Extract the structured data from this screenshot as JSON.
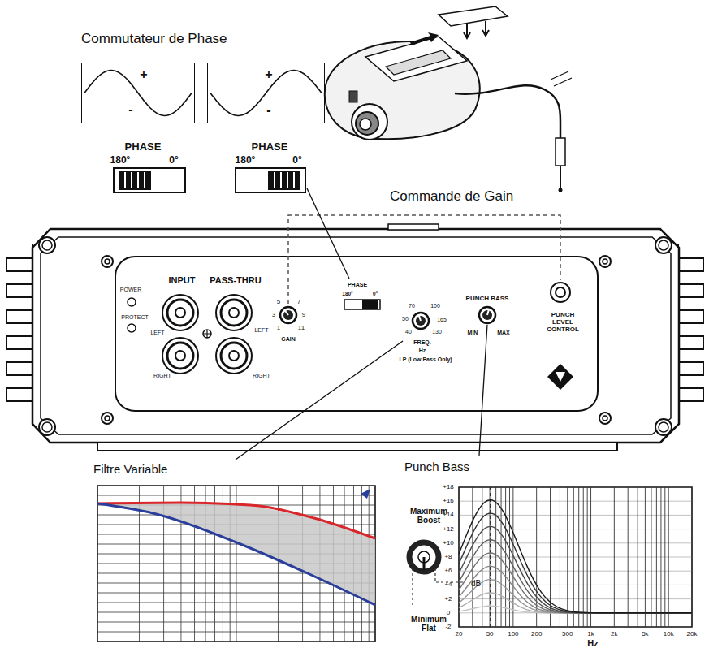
{
  "diagram": {
    "nodes": [
      {
        "text": [
          "+",
          "-"
        ]
      },
      {
        "text": [
          "+",
          "-"
        ]
      }
    ],
    "labels": [
      "Commutateur de Phase",
      "PHASE",
      "180°",
      "0°",
      "PHASE",
      "180°",
      "0°",
      "Commande de Gain",
      "POWER",
      "PROTECT",
      "INPUT",
      "PASS-THRU",
      "LEFT",
      "LEFT",
      "RIGHT",
      "RIGHT",
      "5",
      "7",
      "3",
      "9",
      "1",
      "11",
      "GAIN",
      "PHASE",
      "180°",
      "0°",
      "70",
      "100",
      "50",
      "165",
      "40",
      "130",
      "FREQ.",
      "Hz",
      "LP (Low Pass Only)",
      "PUNCH BASS",
      "MIN",
      "MAX",
      "PUNCH LEVEL CONTROL",
      "Filtre Variable",
      "Punch Bass",
      "Maximum Boost",
      "dB",
      "Minimum Flat",
      "+18",
      "+16",
      "+14",
      "+12",
      "+10",
      "+8",
      "+6",
      "+4",
      "+2",
      "0",
      "-2",
      "20",
      "50",
      "100",
      "200",
      "500",
      "1k",
      "2k",
      "5k",
      "10k",
      "20k",
      "Hz"
    ]
  }
}
